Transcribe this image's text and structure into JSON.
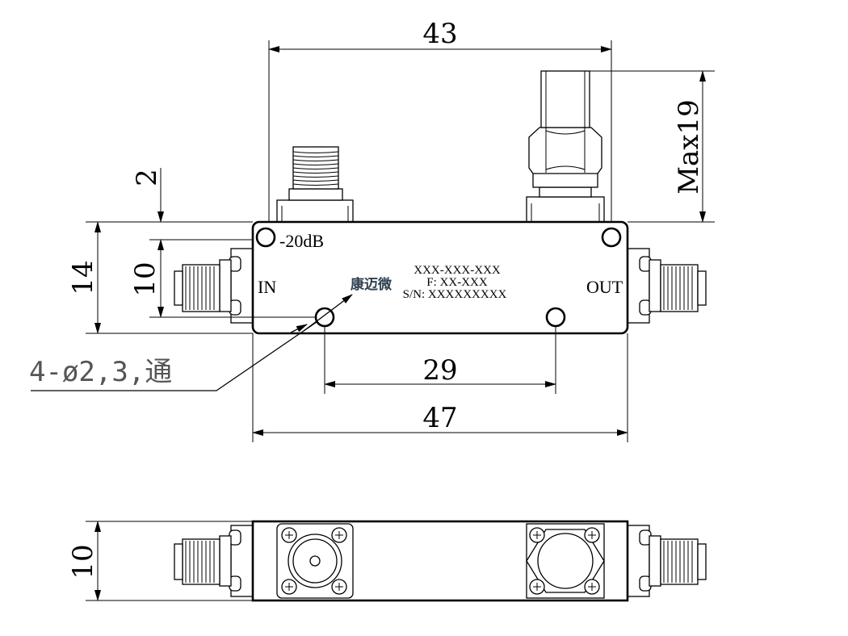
{
  "dimensions": {
    "overall_width_top": "43",
    "height_max": "Max19",
    "flange_offset": "2",
    "body_height": "14",
    "port_spacing": "10",
    "hole_spacing": "29",
    "overall_length": "47",
    "bottom_view_height": "10"
  },
  "labels": {
    "coupling": "-20dB",
    "input_port": "IN",
    "output_port": "OUT",
    "part_number": "XXX-XXX-XXX",
    "frequency": "F: XX-XXX",
    "serial": "S/N: XXXXXXXXX",
    "logo": "康迈微",
    "hole_note": "4-ø2,3,通"
  },
  "colors": {
    "line": "#000000",
    "note_text": "#555555",
    "logo": "#2f3f4f"
  }
}
